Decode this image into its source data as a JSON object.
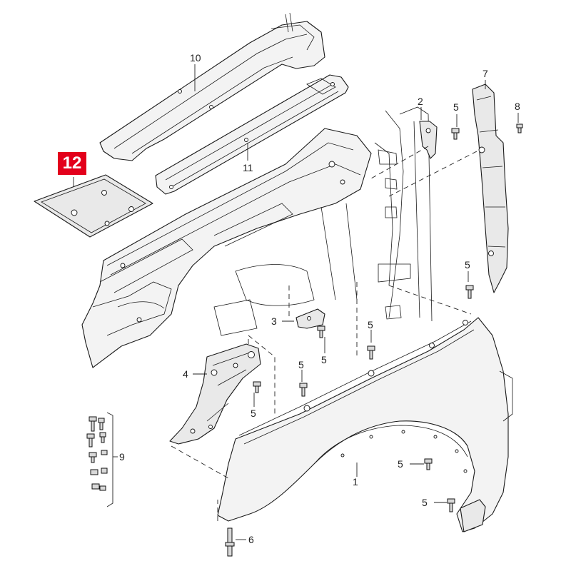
{
  "highlight": {
    "label": "12",
    "color": "#e3001b"
  },
  "callouts": {
    "fender": "1",
    "bracket_upper": "2",
    "bracket_small": "3",
    "bracket_mount": "4",
    "screw": "5",
    "stud_bolt": "6",
    "seal_strip": "7",
    "clip_screw": "8",
    "fastener_set": "9",
    "cover_upper": "10",
    "trim_strip": "11"
  }
}
